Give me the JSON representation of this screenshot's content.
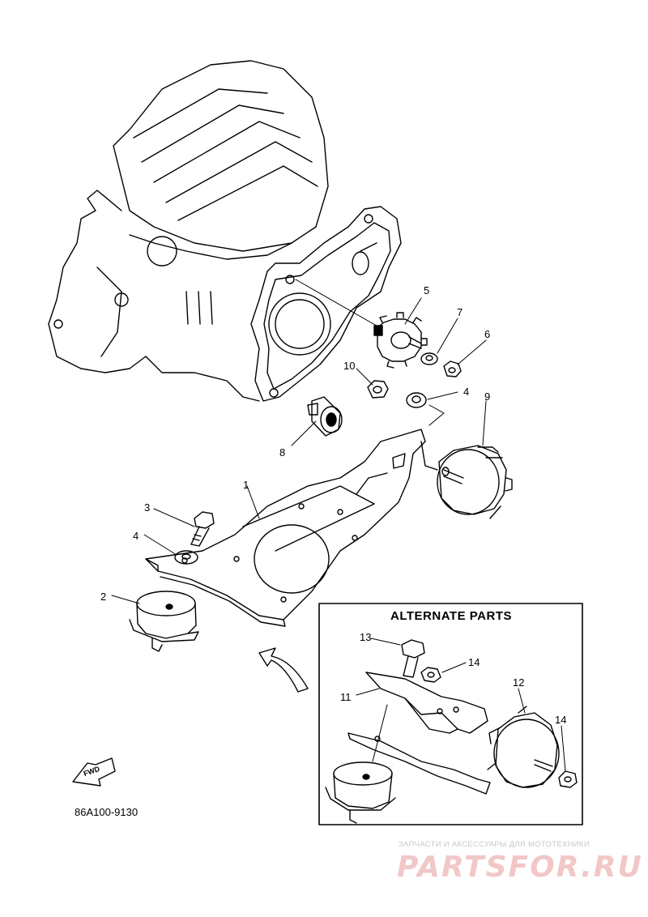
{
  "callouts": [
    "1",
    "2",
    "3",
    "4",
    "4",
    "5",
    "6",
    "7",
    "8",
    "9",
    "10",
    "11",
    "12",
    "13",
    "14",
    "14"
  ],
  "alternate_parts": {
    "title": "ALTERNATE PARTS"
  },
  "fwd_label": "FWD",
  "part_code": "86A100-9130",
  "watermark": {
    "line": "ЗАПЧАСТИ И АКСЕССУАРЫ ДЛЯ МОТОТЕХНИКИ",
    "logo": "PARTSFOR.RU"
  }
}
